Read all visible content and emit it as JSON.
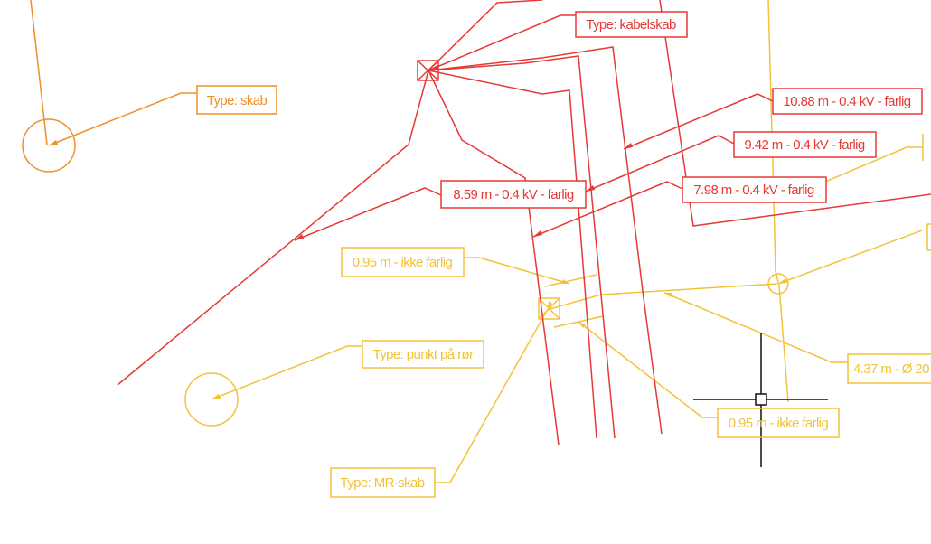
{
  "colors": {
    "red": "#e53935",
    "orange": "#ef8f2a",
    "yellow": "#f2c23a",
    "crosshair": "#111111",
    "background": "#ffffff"
  },
  "labels": {
    "kabelskab_type": "Type: kabelskab",
    "skab_type": "Type: skab",
    "cable_1088": "10.88 m - 0.4 kV - farlig",
    "cable_942": "9.42 m - 0.4 kV - farlig",
    "cable_798": "7.98 m - 0.4 kV - farlig",
    "cable_859": "8.59 m - 0.4 kV - farlig",
    "pipe_095_left": "0.95 m - ikke farlig",
    "punkt_type": "Type: punkt på rør",
    "mrskab_type": "Type: MR-skab",
    "pipe_095_bottom": "0.95 m - ikke farlig",
    "pipe_437": "4.37 m - Ø 20"
  },
  "icons": {
    "crosshair": "cad-crosshair-cursor-icon",
    "kabelskab": "boxed-x-symbol-icon",
    "mrskab": "boxed-x-symbol-icon",
    "skab": "circle-symbol-icon",
    "punkt": "circle-symbol-icon"
  }
}
